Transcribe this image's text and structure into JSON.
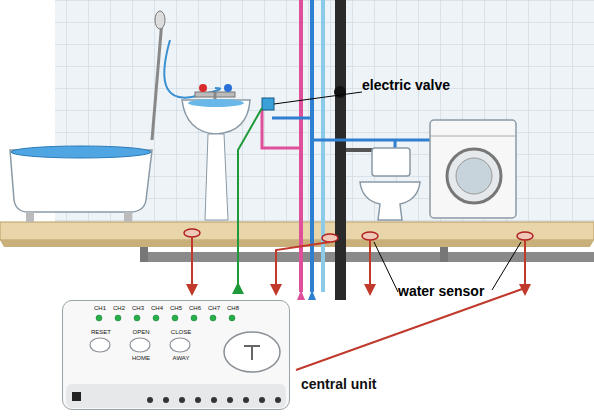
{
  "diagram": {
    "nodes": [
      {
        "text": [
          "CH1",
          "CH2",
          "CH3",
          "CH4",
          "CH5",
          "CH6",
          "CH7",
          "CH8",
          "RESET",
          "OPEN",
          "CLOSE",
          "HOME",
          "AWAY",
          "central unit"
        ]
      }
    ],
    "labels": [
      "electric valve",
      "water sensor"
    ]
  }
}
